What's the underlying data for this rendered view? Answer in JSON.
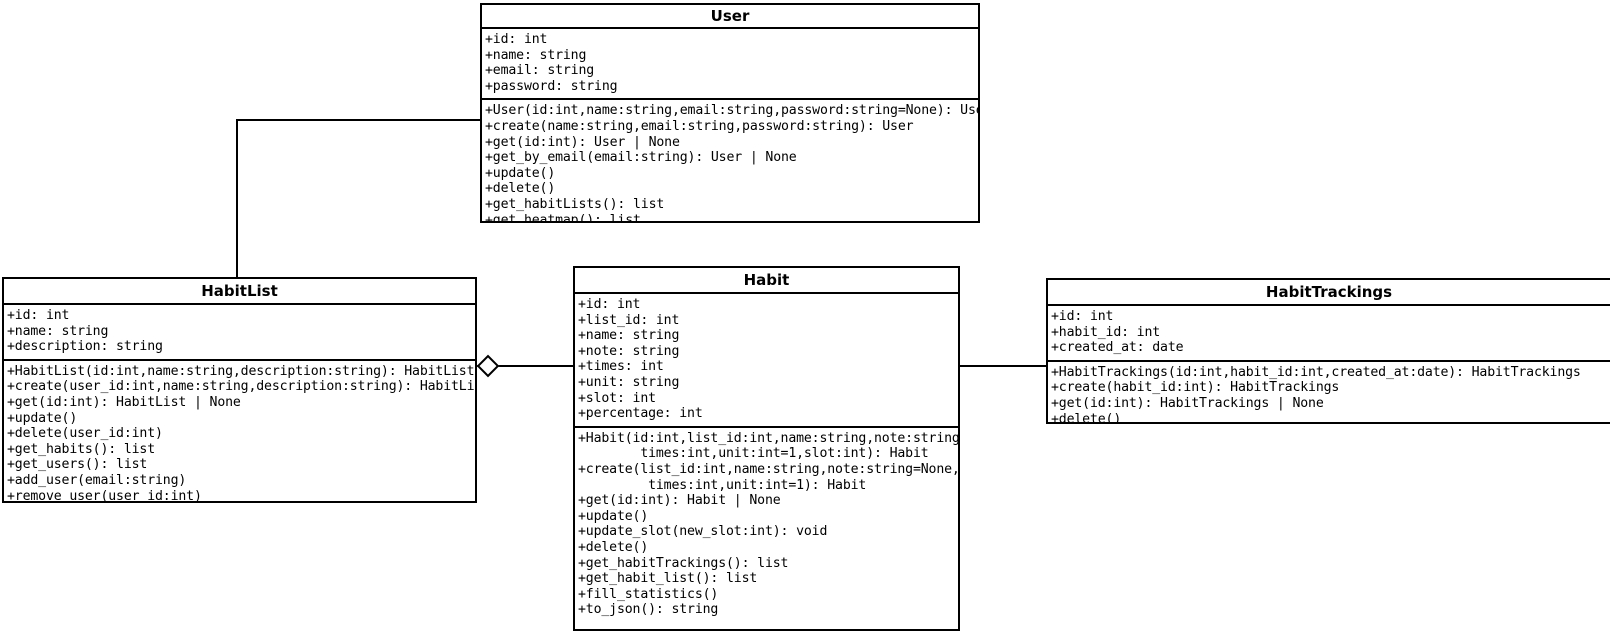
{
  "diagram": {
    "kind": "uml-class-diagram",
    "background": "#ffffff",
    "line_color": "#000000"
  },
  "classes": {
    "user": {
      "name": "User",
      "attributes": [
        "+id: int",
        "+name: string",
        "+email: string",
        "+password: string"
      ],
      "methods": [
        "+User(id:int,name:string,email:string,password:string=None): User",
        "+create(name:string,email:string,password:string): User",
        "+get(id:int): User | None",
        "+get_by_email(email:string): User | None",
        "+update()",
        "+delete()",
        "+get_habitLists(): list",
        "+get_heatmap(): list"
      ]
    },
    "habitlist": {
      "name": "HabitList",
      "attributes": [
        "+id: int",
        "+name: string",
        "+description: string"
      ],
      "methods": [
        "+HabitList(id:int,name:string,description:string): HabitList",
        "+create(user_id:int,name:string,description:string): HabitList",
        "+get(id:int): HabitList | None",
        "+update()",
        "+delete(user_id:int)",
        "+get_habits(): list",
        "+get_users(): list",
        "+add_user(email:string)",
        "+remove_user(user_id:int)"
      ]
    },
    "habit": {
      "name": "Habit",
      "attributes": [
        "+id: int",
        "+list_id: int",
        "+name: string",
        "+note: string",
        "+times: int",
        "+unit: string",
        "+slot: int",
        "+percentage: int"
      ],
      "methods": [
        "+Habit(id:int,list_id:int,name:string,note:string,",
        "        times:int,unit:int=1,slot:int): Habit",
        "+create(list_id:int,name:string,note:string=None,",
        "         times:int,unit:int=1): Habit",
        "+get(id:int): Habit | None",
        "+update()",
        "+update_slot(new_slot:int): void",
        "+delete()",
        "+get_habitTrackings(): list",
        "+get_habit_list(): list",
        "+fill_statistics()",
        "+to_json(): string"
      ]
    },
    "habittrackings": {
      "name": "HabitTrackings",
      "attributes": [
        "+id: int",
        "+habit_id: int",
        "+created_at: date"
      ],
      "methods": [
        "+HabitTrackings(id:int,habit_id:int,created_at:date): HabitTrackings",
        "+create(habit_id:int): HabitTrackings",
        "+get(id:int): HabitTrackings | None",
        "+delete()"
      ]
    }
  },
  "relations": [
    {
      "id": "user-habitlist",
      "from": "User",
      "to": "HabitList",
      "type": "association"
    },
    {
      "id": "habitlist-habit",
      "from": "HabitList",
      "to": "Habit",
      "type": "aggregation"
    },
    {
      "id": "habit-habittrackings",
      "from": "Habit",
      "to": "HabitTrackings",
      "type": "association"
    }
  ]
}
